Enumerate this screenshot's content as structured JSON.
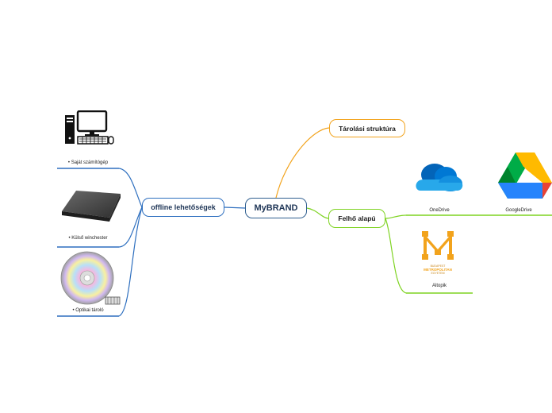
{
  "central": {
    "label": "MyBRAND"
  },
  "branches": {
    "offline": {
      "label": "offline lehetőségek",
      "color": "#2e6fbf",
      "items": [
        {
          "label": "• Saját számítógép",
          "icon": "desktop-computer-icon"
        },
        {
          "label": "• Külső winchester",
          "icon": "external-hard-drive-icon"
        },
        {
          "label": "• Optikai tároló",
          "icon": "optical-disc-icon"
        }
      ]
    },
    "structure": {
      "label": "Tárolási struktúra",
      "color": "#f2a31c"
    },
    "cloud": {
      "label": "Felhő alapú",
      "color": "#7ed321",
      "items": [
        {
          "label": "OneDrive",
          "icon": "onedrive-logo-icon"
        },
        {
          "label": "GoogleDrive",
          "icon": "google-drive-logo-icon"
        },
        {
          "label": "Altopik",
          "icon": "metropolitan-logo-icon",
          "logo_text": [
            "BUDAPEST",
            "METROPOLITAN",
            "EGYETEM"
          ]
        }
      ]
    }
  },
  "colors": {
    "central_border": "#2f5e8f"
  }
}
